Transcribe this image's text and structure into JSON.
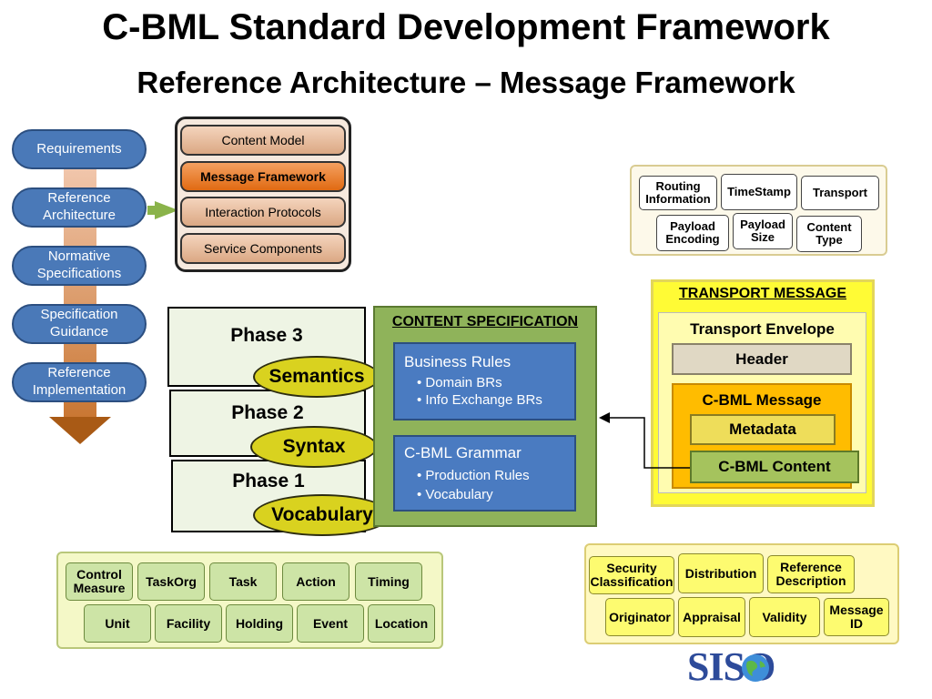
{
  "title": "C-BML Standard Development Framework",
  "subtitle": "Reference Architecture – Message Framework",
  "process_steps": [
    "Requirements",
    "Reference Architecture",
    "Normative Specifications",
    "Specification Guidance",
    "Reference Implementation"
  ],
  "architecture_menu": {
    "items": [
      "Content Model",
      "Message Framework",
      "Interaction Protocols",
      "Service Components"
    ],
    "active": "Message Framework"
  },
  "header_fields": {
    "routing": "Routing Information",
    "timestamp": "TimeStamp",
    "transport": "Transport",
    "payload_encoding": "Payload Encoding",
    "payload_size": "Payload Size",
    "content_type": "Content Type"
  },
  "phases": [
    {
      "label": "Phase 3",
      "layer": "Semantics"
    },
    {
      "label": "Phase 2",
      "layer": "Syntax"
    },
    {
      "label": "Phase 1",
      "layer": "Vocabulary"
    }
  ],
  "content_spec": {
    "title": "CONTENT SPECIFICATION",
    "business_rules": {
      "title": "Business Rules",
      "items": [
        "• Domain BRs",
        "• Info Exchange BRs"
      ]
    },
    "grammar": {
      "title": "C-BML Grammar",
      "items": [
        "• Production Rules",
        "• Vocabulary"
      ]
    }
  },
  "transport": {
    "title": "TRANSPORT MESSAGE",
    "envelope": "Transport Envelope",
    "header": "Header",
    "message": "C-BML Message",
    "metadata": "Metadata",
    "content": "C-BML Content"
  },
  "vocabulary_items": {
    "row1": [
      "Control Measure",
      "TaskOrg",
      "Task",
      "Action",
      "Timing"
    ],
    "row2": [
      "Unit",
      "Facility",
      "Holding",
      "Event",
      "Location"
    ]
  },
  "metadata_items": {
    "row1": [
      "Security Classification",
      "Distribution",
      "Reference Description"
    ],
    "row2": [
      "Originator",
      "Appraisal",
      "Validity",
      "Message ID"
    ]
  },
  "logo": {
    "text": "SISO"
  },
  "colors": {
    "accent_orange": "#e06a12",
    "pill_blue": "#4a79b8",
    "spec_green": "#8fb35a",
    "transport_yellow": "#fffb35"
  }
}
